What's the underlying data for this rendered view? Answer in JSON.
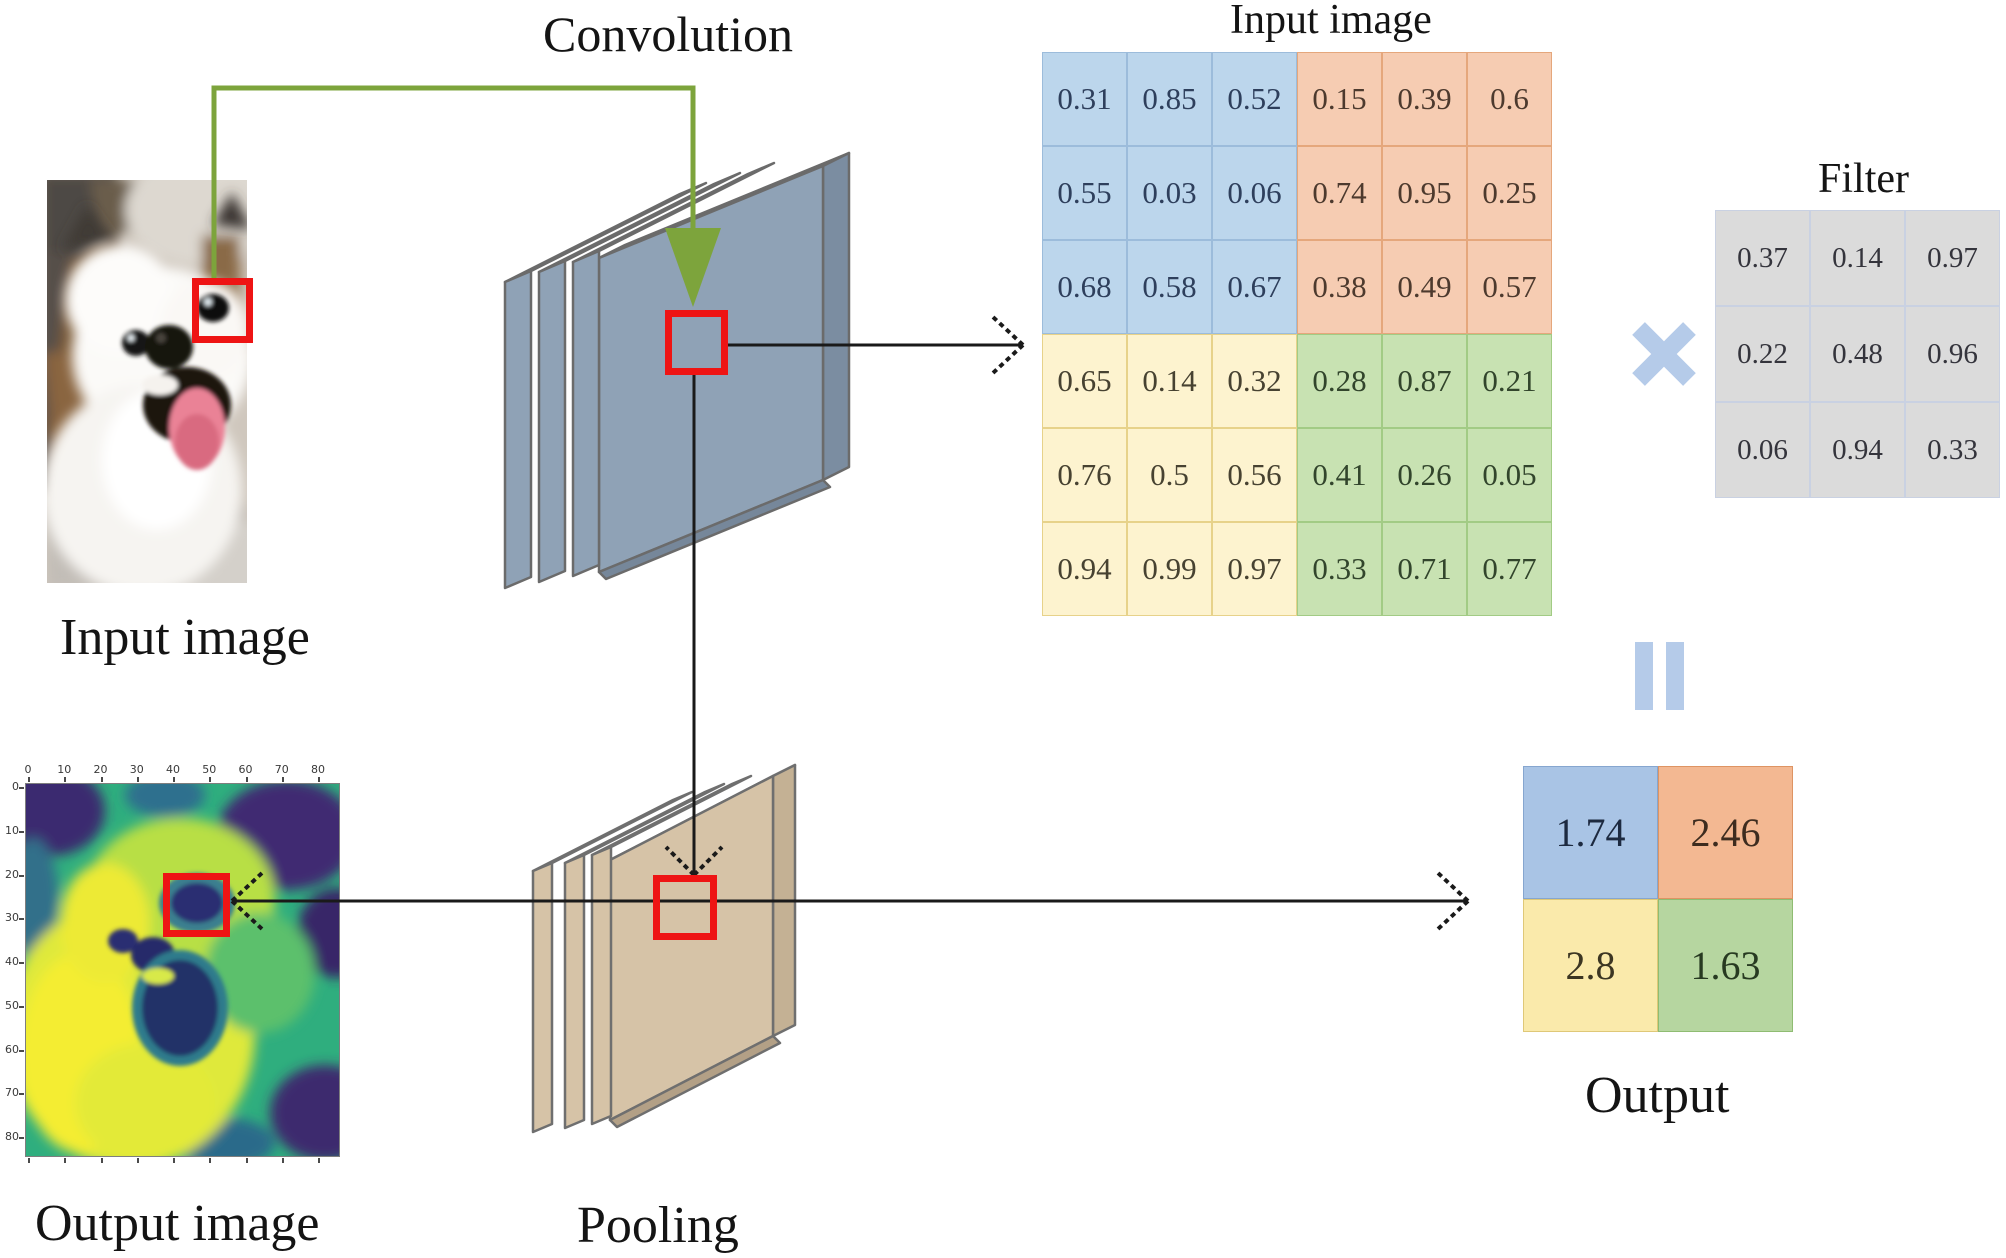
{
  "labels": {
    "convolution": "Convolution",
    "input_image_top": "Input image",
    "input_image_photo": "Input image",
    "filter": "Filter",
    "output": "Output",
    "pooling": "Pooling",
    "output_image": "Output image"
  },
  "input_matrix": {
    "title": "Input image",
    "rows": [
      [
        "0.31",
        "0.85",
        "0.52",
        "0.15",
        "0.39",
        "0.6"
      ],
      [
        "0.55",
        "0.03",
        "0.06",
        "0.74",
        "0.95",
        "0.25"
      ],
      [
        "0.68",
        "0.58",
        "0.67",
        "0.38",
        "0.49",
        "0.57"
      ],
      [
        "0.65",
        "0.14",
        "0.32",
        "0.28",
        "0.87",
        "0.21"
      ],
      [
        "0.76",
        "0.5",
        "0.56",
        "0.41",
        "0.26",
        "0.05"
      ],
      [
        "0.94",
        "0.99",
        "0.97",
        "0.33",
        "0.71",
        "0.77"
      ]
    ]
  },
  "filter_matrix": {
    "title": "Filter",
    "rows": [
      [
        "0.37",
        "0.14",
        "0.97"
      ],
      [
        "0.22",
        "0.48",
        "0.96"
      ],
      [
        "0.06",
        "0.94",
        "0.33"
      ]
    ]
  },
  "output_matrix": {
    "title": "Output",
    "rows": [
      [
        "1.74",
        "2.46"
      ],
      [
        "2.8",
        "1.63"
      ]
    ]
  },
  "operators": {
    "multiply": "×",
    "equals": "="
  },
  "output_plot": {
    "x_ticks": [
      "0",
      "10",
      "20",
      "30",
      "40",
      "50",
      "60",
      "70",
      "80"
    ],
    "y_ticks": [
      "0",
      "10",
      "20",
      "30",
      "40",
      "50",
      "60",
      "70",
      "80"
    ]
  },
  "colors": {
    "arrow_green": "#7da43c",
    "conv_layer_face": "#8fa2b6",
    "conv_layer_top": "#7b8da1",
    "pool_layer_face": "#d6c3a7",
    "pool_layer_top": "#c4b194",
    "roi_red": "#ee1414",
    "operator_blue": "#b5cbe9",
    "matrix_blue": "#bcd6ec",
    "matrix_orange": "#f6ccb2",
    "matrix_yellow": "#fdf3cf",
    "matrix_green": "#c8e2b2",
    "filter_gray": "#dbdbdb"
  }
}
